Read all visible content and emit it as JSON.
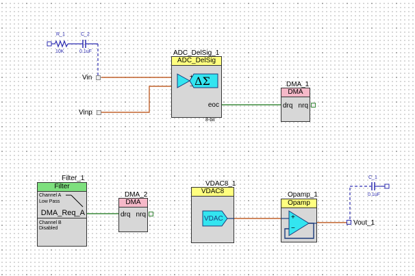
{
  "schematic": {
    "components": {
      "r1": {
        "name": "R_1",
        "value": "10K"
      },
      "c2": {
        "name": "C_2",
        "value": "0.1uF"
      },
      "c1": {
        "name": "C_1",
        "value": "0.1uF"
      },
      "adc": {
        "instance": "ADC_DelSig_1",
        "type": "ADC_DelSig",
        "symbol": "ΔΣ",
        "pin_eoc": "eoc",
        "resolution": "8-bit",
        "plus": "+",
        "minus": "−"
      },
      "dma1": {
        "instance": "DMA_1",
        "type": "DMA",
        "pin_drq": "drq",
        "pin_nrq": "nrq"
      },
      "dma2": {
        "instance": "DMA_2",
        "type": "DMA",
        "pin_drq": "drq",
        "pin_nrq": "nrq"
      },
      "filter": {
        "instance": "Filter_1",
        "type": "Filter",
        "ch_a_line1": "Channel A",
        "ch_a_line2": "Low Pass",
        "pin": "DMA_Req_A",
        "ch_b_line1": "Channel B",
        "ch_b_line2": "Disabled"
      },
      "vdac": {
        "instance": "VDAC8_1",
        "type": "VDAC8",
        "symbol": "VDAC"
      },
      "opamp": {
        "instance": "Opamp_1",
        "type": "Opamp",
        "plus": "+",
        "minus": "−"
      }
    },
    "ports": {
      "vin": "Vin",
      "vinp": "Vinp",
      "vout": "Vout_1"
    },
    "colors": {
      "analog_wire": "#c0602a",
      "digital_wire": "#3a8a3a",
      "passive_wire": "#2b2bb0",
      "symbol_fill": "#33e5f0"
    }
  }
}
